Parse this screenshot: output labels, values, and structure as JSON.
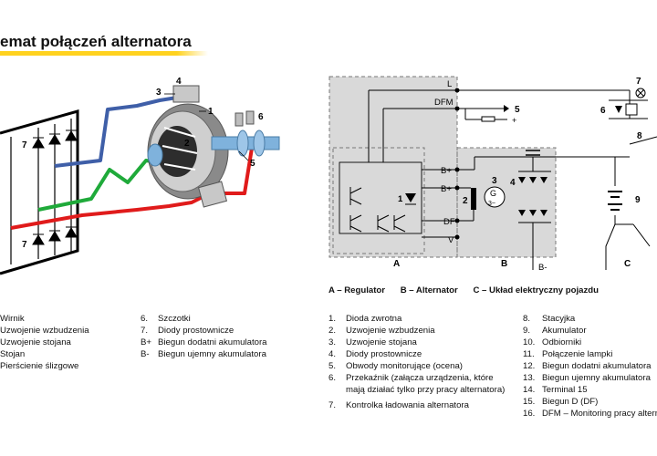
{
  "header": {
    "title": "emat połączeń alternatora",
    "accent_color": "#ffd21f"
  },
  "left_diagram": {
    "callouts": [
      "1",
      "2",
      "3",
      "4",
      "5",
      "6",
      "7",
      "7"
    ],
    "wire_colors": {
      "positive": "#e01b1b",
      "field": "#1faa3a",
      "negative": "#3f5fa8"
    }
  },
  "right_diagram": {
    "terminals": [
      "L",
      "DFM",
      "B+",
      "B+",
      "DF",
      "V",
      "B-"
    ],
    "numbers": [
      "1",
      "2",
      "3",
      "4",
      "5",
      "6",
      "7",
      "8",
      "9"
    ],
    "zones": [
      "A",
      "B",
      "C"
    ],
    "generator": "G",
    "generator_phase": "3~",
    "plus_sign": "+"
  },
  "caption": [
    "A – Regulator",
    "B – Alternator",
    "C – Układ elektryczny pojazdu"
  ],
  "legend_left_a": [
    {
      "k": "",
      "v": "Wirnik"
    },
    {
      "k": "",
      "v": "Uzwojenie wzbudzenia"
    },
    {
      "k": "",
      "v": "Uzwojenie stojana"
    },
    {
      "k": "",
      "v": "Stojan"
    },
    {
      "k": "",
      "v": "Pierścienie ślizgowe"
    }
  ],
  "legend_left_b": [
    {
      "k": "6.",
      "v": "Szczotki"
    },
    {
      "k": "7.",
      "v": "Diody prostownicze"
    },
    {
      "k": "B+",
      "v": "Biegun dodatni akumulatora"
    },
    {
      "k": "B-",
      "v": "Biegun ujemny akumulatora"
    }
  ],
  "legend_right_a": [
    {
      "k": "1.",
      "v": "Dioda zwrotna"
    },
    {
      "k": "2.",
      "v": "Uzwojenie wzbudzenia"
    },
    {
      "k": "3.",
      "v": "Uzwojenie stojana"
    },
    {
      "k": "4.",
      "v": "Diody prostownicze"
    },
    {
      "k": "5.",
      "v": "Obwody monitorujące (ocena)"
    },
    {
      "k": "6.",
      "v": "Przekaźnik (załącza urządzenia, które mają działać tylko przy pracy alternatora)"
    },
    {
      "k": "7.",
      "v": "Kontrolka ładowania alternatora"
    }
  ],
  "legend_right_b": [
    {
      "k": "8.",
      "v": "Stacyjka"
    },
    {
      "k": "9.",
      "v": "Akumulator"
    },
    {
      "k": "10.",
      "v": "Odbiorniki"
    },
    {
      "k": "11.",
      "v": "Połączenie lampki"
    },
    {
      "k": "12.",
      "v": "Biegun dodatni akumulatora"
    },
    {
      "k": "13.",
      "v": "Biegun ujemny akumulatora"
    },
    {
      "k": "14.",
      "v": "Terminal 15"
    },
    {
      "k": "15.",
      "v": "Biegun D (DF)"
    },
    {
      "k": "16.",
      "v": "DFM – Monitoring pracy alternatora"
    }
  ]
}
